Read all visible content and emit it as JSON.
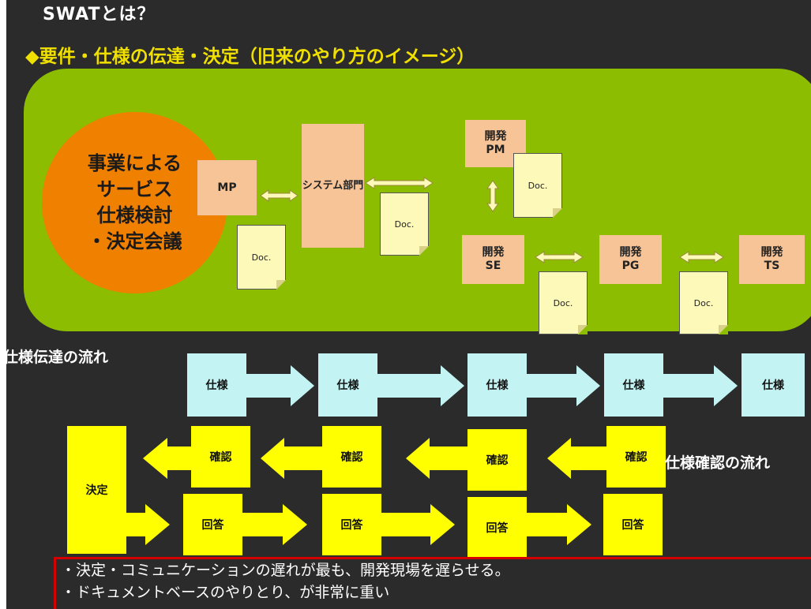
{
  "title": "SWATとは？",
  "subtitle": "◆要件・仕様の伝達・決定（旧来のやり方のイメージ）",
  "nodes": {
    "meeting": "事業による\nサービス\n仕様検討\n・決定会議",
    "mp": "MP",
    "system_dept": "システム部門",
    "pm": "開発\nPM",
    "se": "開発\nSE",
    "pg": "開発\nPG",
    "ts": "開発\nTS"
  },
  "doc_label": "Doc.",
  "spec_flow": {
    "label": "仕様伝達の流れ",
    "items": [
      "仕様",
      "仕様",
      "仕様",
      "仕様",
      "仕様"
    ]
  },
  "confirm_flow": {
    "label": "仕様確認の流れ",
    "decision": "決定",
    "confirm": [
      "確認",
      "確認",
      "確認",
      "確認"
    ],
    "answer": [
      "回答",
      "回答",
      "回答",
      "回答"
    ]
  },
  "notes": [
    "・決定・コミュニケーションの遅れが最も、開発現場を遅らせる。",
    "・ドキュメントベースのやりとり、が非常に重い"
  ],
  "colors": {
    "background": "#2b2b2b",
    "green_area": "#8dbd00",
    "circle": "#f08000",
    "peach": "#f7c497",
    "doc": "#fdf9b8",
    "cyan": "#c4f3f3",
    "yellow": "#ffff00",
    "subtitle": "#f0e000",
    "note_border": "#d40000"
  }
}
